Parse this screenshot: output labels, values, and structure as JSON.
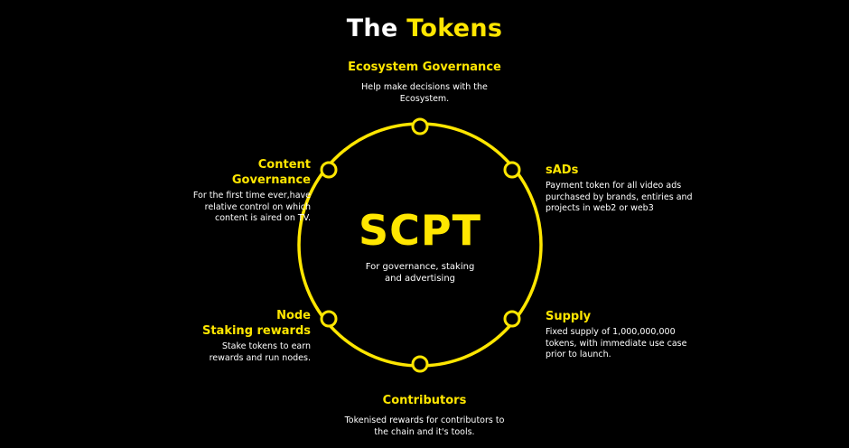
{
  "title": {
    "part1": "The",
    "part2": "Tokens"
  },
  "center": {
    "token": "SCPT",
    "description_line1": "For governance, staking",
    "description_line2": "and advertising"
  },
  "items": {
    "ecosystem": {
      "head": "Ecosystem Governance",
      "body_line1": "Help make decisions with the",
      "body_line2": "Ecosystem."
    },
    "sads": {
      "head": "sADs",
      "body_line1": "Payment token for all video ads",
      "body_line2": "purchased by brands, entiries and",
      "body_line3": "projects in web2 or web3"
    },
    "supply": {
      "head": "Supply",
      "body_line1": "Fixed supply of 1,000,000,000",
      "body_line2": "tokens, with immediate use case",
      "body_line3": "prior to launch."
    },
    "contributors": {
      "head": "Contributors",
      "body_line1": "Tokenised rewards for contributors to",
      "body_line2": "the chain and it's tools."
    },
    "node": {
      "head_line1": "Node",
      "head_line2": "Staking rewards",
      "body_line1": "Stake tokens to earn",
      "body_line2": "rewards and run nodes."
    },
    "content": {
      "head_line1": "Content",
      "head_line2": "Governance",
      "body_line1": "For the first time ever,have",
      "body_line2": "relative control on which",
      "body_line3": "content is aired on TV."
    }
  },
  "colors": {
    "accent": "#ffe600",
    "background": "#000000",
    "text": "#ffffff"
  }
}
